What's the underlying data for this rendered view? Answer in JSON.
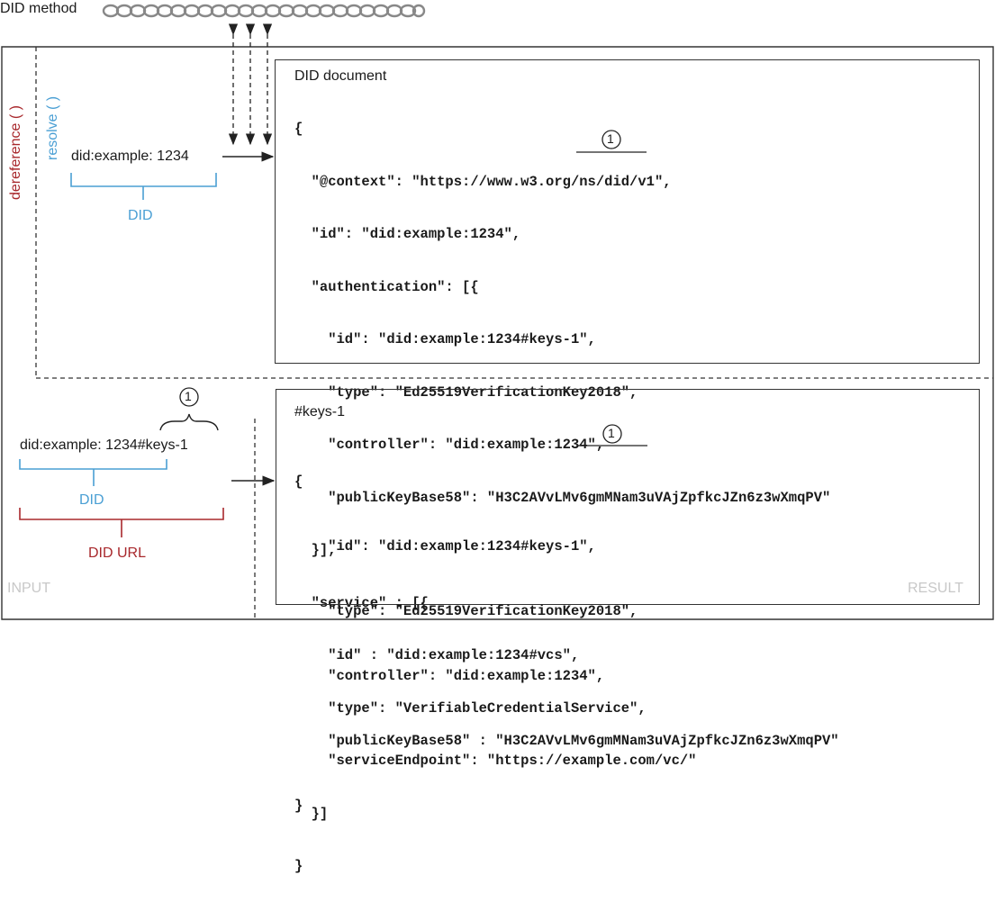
{
  "header": {
    "did_method_label": "DID method"
  },
  "labels": {
    "dereference": "dereference ( )",
    "resolve": "resolve ( )",
    "input": "INPUT",
    "result": "RESULT",
    "callout": "1"
  },
  "resolve_section": {
    "did_string": "did:example: 1234",
    "did_label": "DID"
  },
  "did_document": {
    "title": "DID document",
    "lines": [
      "{",
      "  \"@context\": \"https://www.w3.org/ns/did/v1\",",
      "  \"id\": \"did:example:1234\",",
      "  \"authentication\": [{",
      "    \"id\": \"did:example:1234#keys-1\",",
      "    \"type\": \"Ed25519VerificationKey2018\",",
      "    \"controller\": \"did:example:1234\",",
      "    \"publicKeyBase58\": \"H3C2AVvLMv6gmMNam3uVAjZpfkcJZn6z3wXmqPV\"",
      "  }],",
      "  \"service\" : [{",
      "    \"id\" : \"did:example:1234#vcs\",",
      "    \"type\": \"VerifiableCredentialService\",",
      "    \"serviceEndpoint\": \"https://example.com/vc/\"",
      "  }]",
      "}"
    ]
  },
  "dereference_section": {
    "did_url_string": "did:example: 1234#keys-1",
    "did_label": "DID",
    "did_url_label": "DID URL"
  },
  "keys_result": {
    "title": "#keys-1",
    "lines": [
      "{",
      "    \"id\": \"did:example:1234#keys-1\",",
      "    \"type\": \"Ed25519VerificationKey2018\",",
      "    \"controller\": \"did:example:1234\",",
      "    \"publicKeyBase58\" : \"H3C2AVvLMv6gmMNam3uVAjZpfkcJZn6z3wXmqPV\"",
      "}"
    ]
  },
  "colors": {
    "did_blue": "#4a9fd4",
    "did_url_red": "#a8282c",
    "corner_label_grey": "#c8c8c8"
  }
}
